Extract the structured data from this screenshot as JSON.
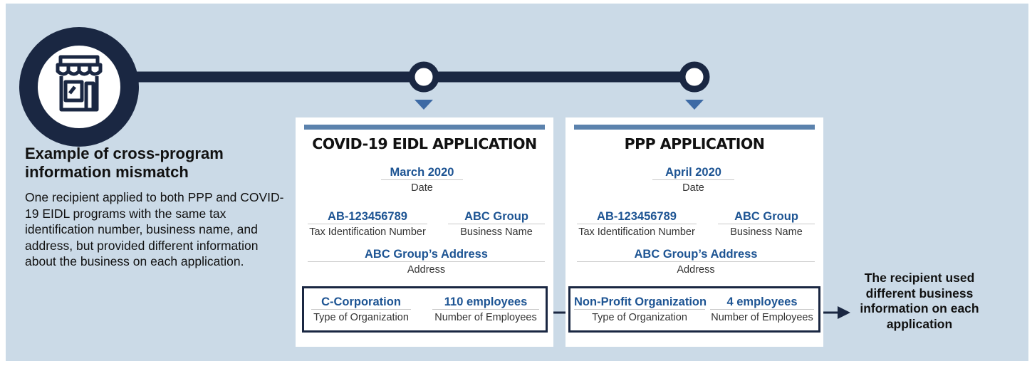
{
  "intro": {
    "title": "Example of cross-program information mismatch",
    "body": "One recipient applied to both PPP and COVID-19 EIDL programs with the same tax identification number, business name, and address, but provided different information about the business on each application."
  },
  "cards": [
    {
      "title": "COVID-19 EIDL APPLICATION",
      "date_value": "March 2020",
      "date_label": "Date",
      "tin_value": "AB-123456789",
      "tin_label": "Tax Identification Number",
      "name_value": "ABC Group",
      "name_label": "Business Name",
      "address_value": "ABC Group’s Address",
      "address_label": "Address",
      "org_value": "C-Corporation",
      "org_label": "Type of Organization",
      "emp_value": "110 employees",
      "emp_label": "Number of Employees"
    },
    {
      "title": "PPP APPLICATION",
      "date_value": "April 2020",
      "date_label": "Date",
      "tin_value": "AB-123456789",
      "tin_label": "Tax Identification Number",
      "name_value": "ABC Group",
      "name_label": "Business Name",
      "address_value": "ABC Group’s Address",
      "address_label": "Address",
      "org_value": "Non-Profit Organization",
      "org_label": "Type of Organization",
      "emp_value": "4 employees",
      "emp_label": "Number of Employees"
    }
  ],
  "conclusion": "The recipient used different business information on each application",
  "colors": {
    "background": "#cbdae7",
    "navy": "#1a2742",
    "accent_blue": "#1d5493",
    "arrow_blue": "#3d6aa5",
    "card_bar": "#5b82ad"
  },
  "icons": {
    "storefront": "storefront-icon"
  }
}
